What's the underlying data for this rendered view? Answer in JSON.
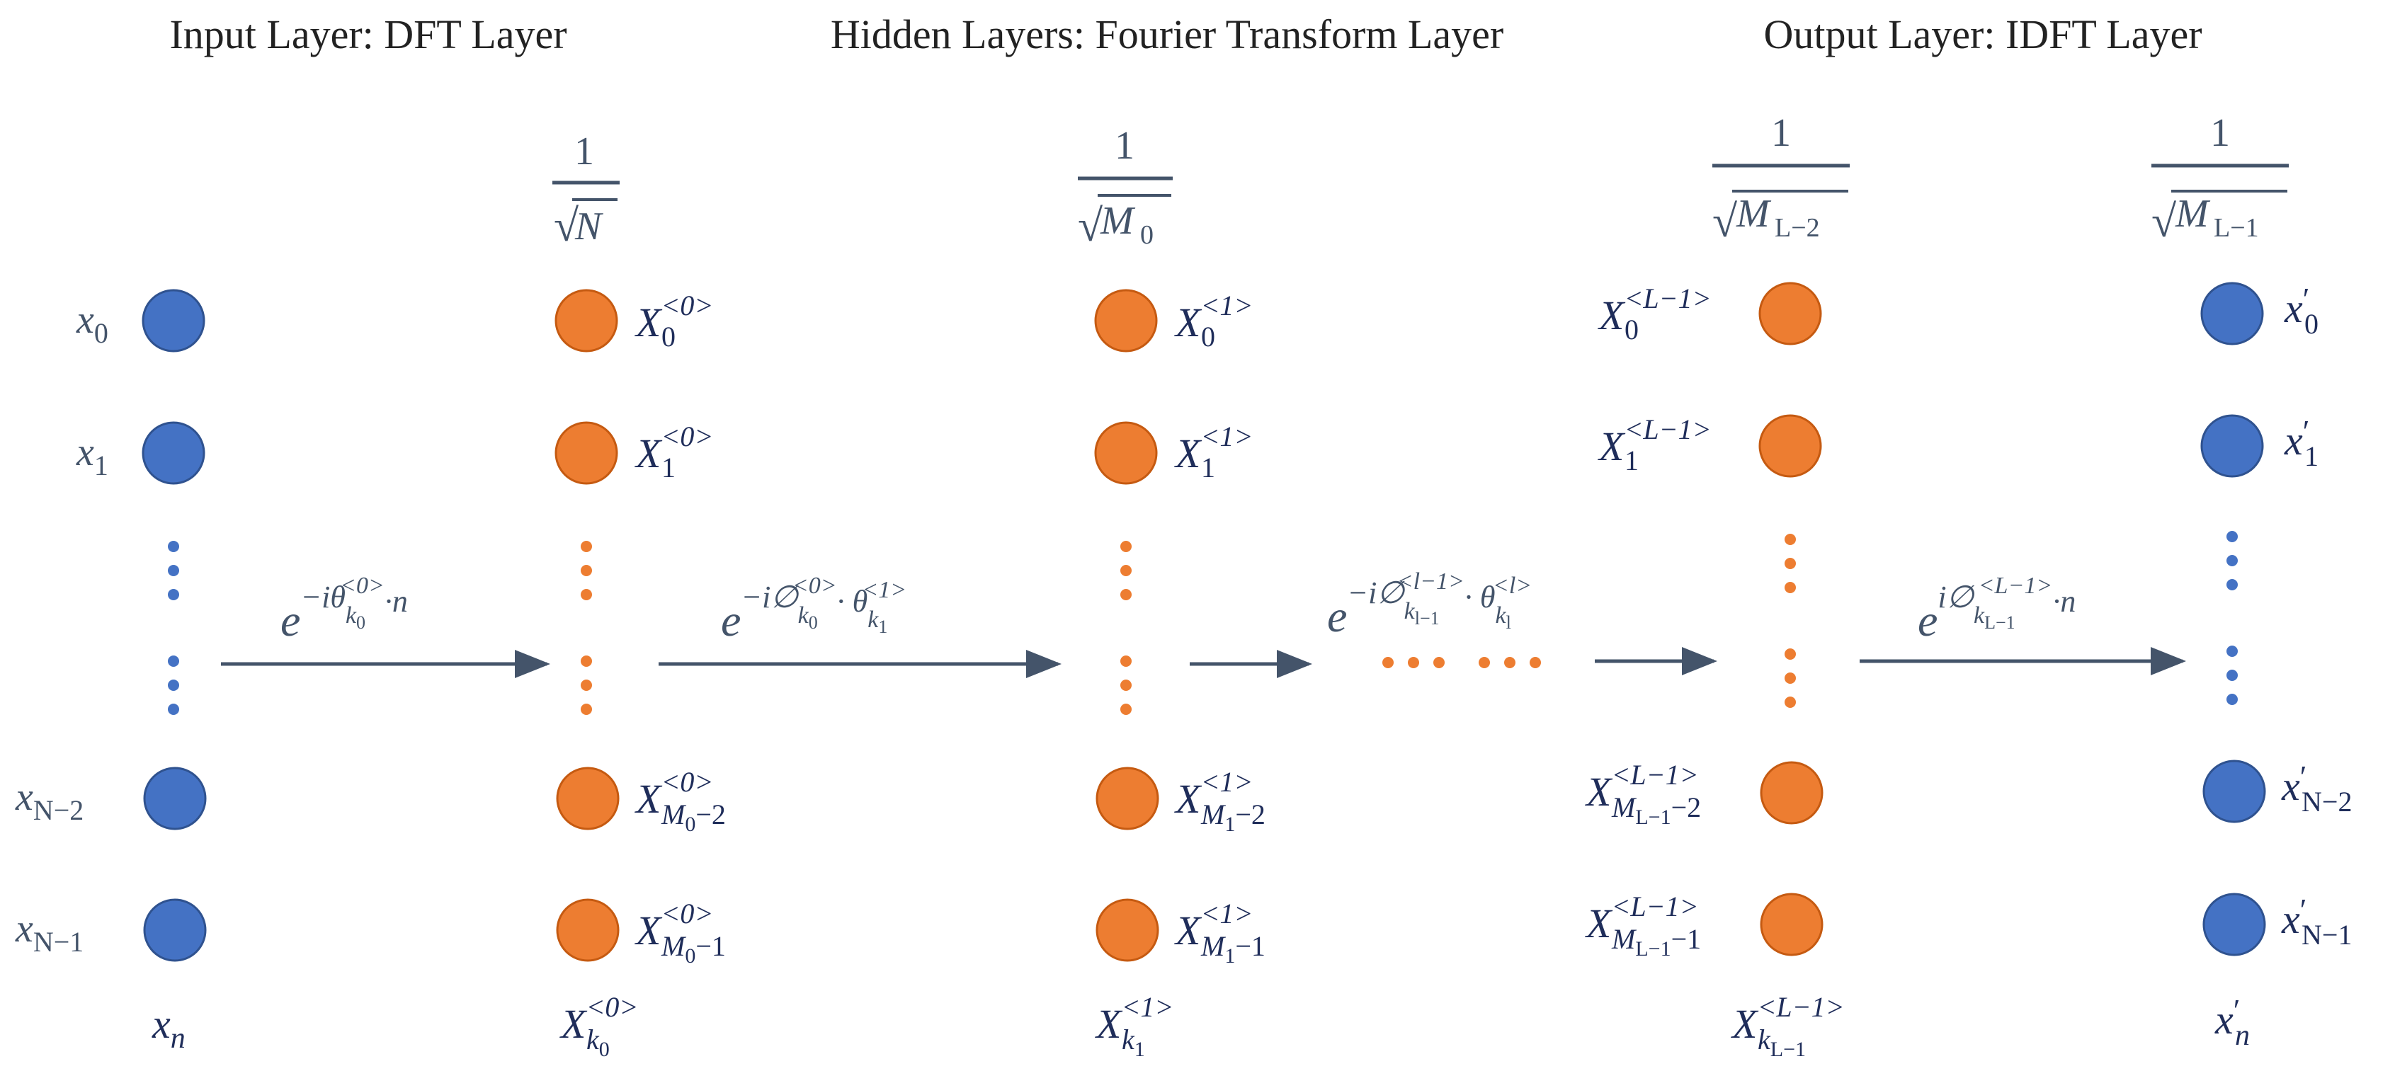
{
  "titles": {
    "input": "Input Layer: DFT Layer",
    "hidden": "Hidden Layers: Fourier Transform Layer",
    "output": "Output Layer: IDFT Layer"
  },
  "colors": {
    "input_node": "#4472c4",
    "input_node_stroke": "#2f528f",
    "hidden_node": "#ed7d31",
    "hidden_node_stroke": "#c55a11",
    "arrow": "#44546a",
    "label_navy": "#1f2d5a",
    "label_slate": "#44546a"
  },
  "normalizers": {
    "numerator": "1",
    "col1_radicand": "N",
    "col2_radicand": "M",
    "col2_sub": "0",
    "col3_radicand": "M",
    "col3_sub": "L−2",
    "col4_radicand": "M",
    "col4_sub": "L−1",
    "sqrt_sign": "√"
  },
  "input_labels": {
    "x": "x",
    "sub0": "0",
    "sub1": "1",
    "subN2": "N−2",
    "subN1": "N−1",
    "bottom_base": "x",
    "bottom_sub": "n"
  },
  "layer0": {
    "base": "X",
    "sup": "<0>",
    "sub0": "0",
    "sub1": "1",
    "subM2_M": "M",
    "subM2_idx": "0",
    "subM2_rest": "−2",
    "subM1_rest": "−1",
    "bottom_sub": "k",
    "bottom_subsub": "0"
  },
  "layer1": {
    "base": "X",
    "sup": "<1>",
    "sub0": "0",
    "sub1": "1",
    "subM_M": "M",
    "subM_idx": "1",
    "subM2_rest": "−2",
    "subM1_rest": "−1",
    "bottom_sub": "k",
    "bottom_subsub": "1"
  },
  "layerL": {
    "base": "X",
    "sup": "<L−1>",
    "sub0": "0",
    "sub1": "1",
    "subM_M": "M",
    "subM_idx": "L−1",
    "subM2_rest": "−2",
    "subM1_rest": "−1",
    "bottom_sub": "k",
    "bottom_subsub": "L−1"
  },
  "output_labels": {
    "x": "x",
    "prime": "′",
    "sub0": "0",
    "sub1": "1",
    "subN2": "N−2",
    "subN1": "N−1",
    "bottom_sub": "n"
  },
  "arrows": {
    "a1_base": "e",
    "a1_exp_pre": "−iθ",
    "a1_exp_sub": "k",
    "a1_exp_subsub": "0",
    "a1_exp_sup": "<0>",
    "a1_exp_post": "·n",
    "a2_base": "e",
    "a2_exp_pre": "−i∅",
    "a2_exp_sub": "k",
    "a2_exp_subsub": "0",
    "a2_exp_sup": "<0>",
    "a2_exp_mid": "· θ",
    "a2_exp_sub2": "k",
    "a2_exp_subsub2": "1",
    "a2_exp_sup2": "<1>",
    "a3_base": "e",
    "a3_exp_pre": "−i∅",
    "a3_exp_sub": "k",
    "a3_exp_subsub": "l−1",
    "a3_exp_sup": "<l−1>",
    "a3_exp_mid": "· θ",
    "a3_exp_sub2": "k",
    "a3_exp_subsub2": "l",
    "a3_exp_sup2": "<l>",
    "a4_base": "e",
    "a4_exp_pre": "i∅",
    "a4_exp_sub": "k",
    "a4_exp_subsub": "L−1",
    "a4_exp_sup": "<L−1>",
    "a4_exp_post": "·n"
  }
}
